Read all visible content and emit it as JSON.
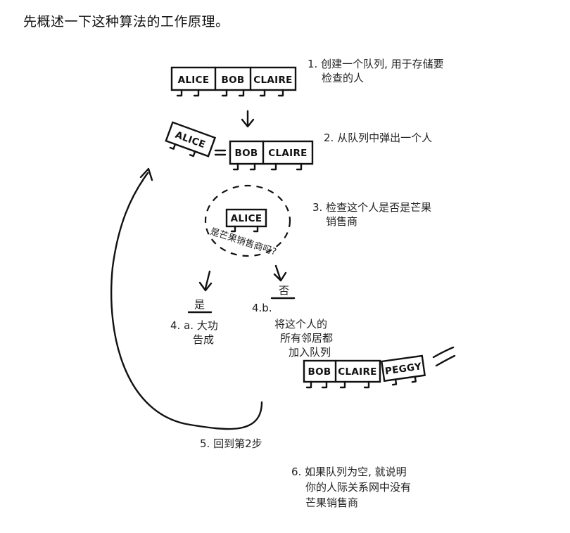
{
  "heading": "先概述一下这种算法的工作原理。",
  "queue1": [
    "ALICE",
    "BOB",
    "CLAIRE"
  ],
  "dequeued": "ALICE",
  "queue2": [
    "BOB",
    "CLAIRE"
  ],
  "checked": "ALICE",
  "question": "是芒果销售商吗?",
  "queue3": [
    "BOB",
    "CLAIRE",
    "PEGGY"
  ],
  "steps": {
    "s1": [
      "1. 创建一个队列, 用于存储要",
      "检查的人"
    ],
    "s2": "2. 从队列中弹出一个人",
    "s3": [
      "3. 检查这个人是否是芒果",
      "销售商"
    ],
    "s4a_head": "是",
    "s4a": [
      "4. a. 大功",
      "告成"
    ],
    "s4b_head": "否",
    "s4b_num": "4.b.",
    "s4b": [
      "将这个人的",
      "所有邻居都",
      "加入队列"
    ],
    "s5": "5. 回到第2步",
    "s6": [
      "6. 如果队列为空, 就说明",
      "你的人际关系网中没有",
      "芒果销售商"
    ]
  }
}
